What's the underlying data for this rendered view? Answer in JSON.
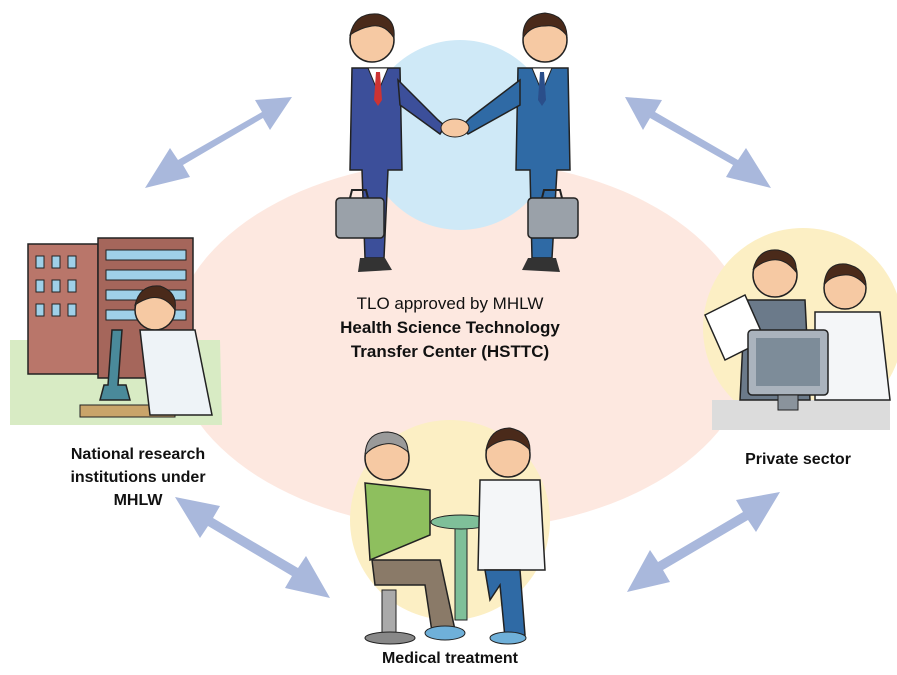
{
  "center": {
    "line1": "TLO approved by MHLW",
    "line2": "Health Science Technology",
    "line3": "Transfer Center (HSTTC)"
  },
  "nodes": {
    "national": [
      "National research",
      "institutions under",
      "MHLW"
    ],
    "private": "Private sector",
    "medical": "Medical treatment"
  },
  "colors": {
    "ellipse": "#fde8e0",
    "arrow": "#a9b8dc",
    "blue_circle": "#cfe9f7",
    "yellow_circle": "#fcefc4",
    "green_ground": "#d8ebc4"
  }
}
